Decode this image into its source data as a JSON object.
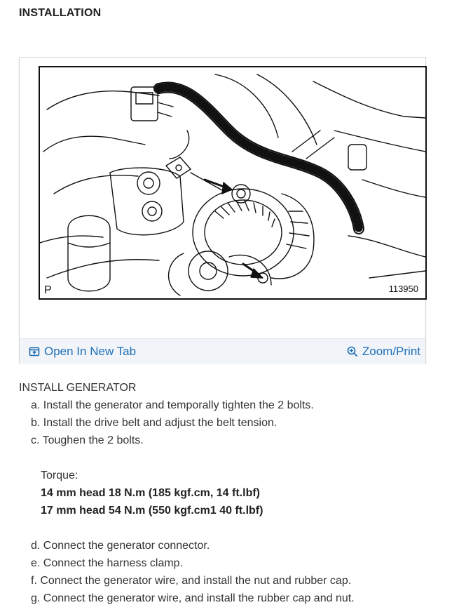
{
  "page": {
    "heading": "INSTALLATION"
  },
  "figure": {
    "corner_letter": "P",
    "figure_number": "113950",
    "open_tab_label": "Open In New Tab",
    "zoom_print_label": "Zoom/Print",
    "link_color": "#1e6fb8"
  },
  "content": {
    "section_title": "INSTALL GENERATOR",
    "steps_first": [
      "a. Install the generator and temporally tighten the 2 bolts.",
      "b. Install the drive belt and adjust the belt tension.",
      "c. Toughen the 2 bolts."
    ],
    "torque_label": "Torque:",
    "torque_values": [
      "14 mm head 18 N.m (185 kgf.cm, 14 ft.lbf)",
      "17 mm head 54 N.m (550 kgf.cm1 40 ft.lbf)"
    ],
    "steps_second": [
      "d. Connect the generator connector.",
      "e. Connect the harness clamp.",
      "f. Connect the generator wire, and install the nut and rubber cap.",
      "g. Connect the generator wire, and install the rubber cap and nut."
    ]
  }
}
